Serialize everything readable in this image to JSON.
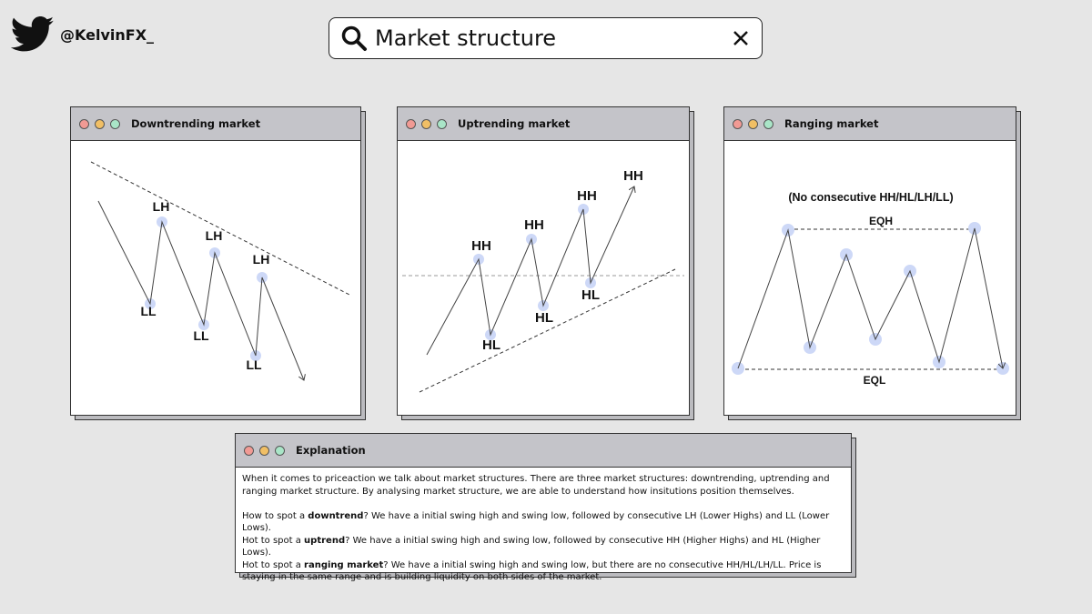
{
  "header": {
    "handle": "@KelvinFX_",
    "search_text": "Market structure",
    "icons": {
      "brand": "twitter-bird-icon",
      "search": "search-icon",
      "clear": "close-icon"
    }
  },
  "panels": {
    "downtrend": {
      "title": "Downtrending market",
      "labels": [
        "LH",
        "LH",
        "LH",
        "LL",
        "LL",
        "LL"
      ]
    },
    "uptrend": {
      "title": "Uptrending market",
      "labels": [
        "HH",
        "HH",
        "HH",
        "HH",
        "HL",
        "HL",
        "HL"
      ]
    },
    "ranging": {
      "title": "Ranging market",
      "note": "(No consecutive HH/HL/LH/LL)",
      "top_label": "EQH",
      "bottom_label": "EQL"
    }
  },
  "explanation": {
    "title": "Explanation",
    "intro": "When it comes to priceaction we talk about market structures. There are three market structures: downtrending, uptrending and ranging market structure. By analysing market structure, we are able to understand how insitutions position themselves.",
    "lines": [
      {
        "pre": "How to spot a ",
        "bold": "downtrend",
        "post": "? We have a initial swing high and swing low, followed by consecutive LH (Lower Highs) and LL (Lower Lows)."
      },
      {
        "pre": "Hot to spot a ",
        "bold": "uptrend",
        "post": "? We have a initial swing high and swing low, followed by consecutive HH (Higher Highs) and HL (Higher Lows)."
      },
      {
        "pre": "Hot to spot a ",
        "bold": "ranging market",
        "post": "? We have a initial swing high and swing low, but there are no consecutive HH/HL/LH/LL. Price is staying in the same range and is building liquidity on both sides of the market."
      }
    ]
  },
  "colors": {
    "point": "#cdd8f7",
    "line": "#444444",
    "titlebar": "#c4c4c9",
    "background": "#e6e6e6"
  }
}
